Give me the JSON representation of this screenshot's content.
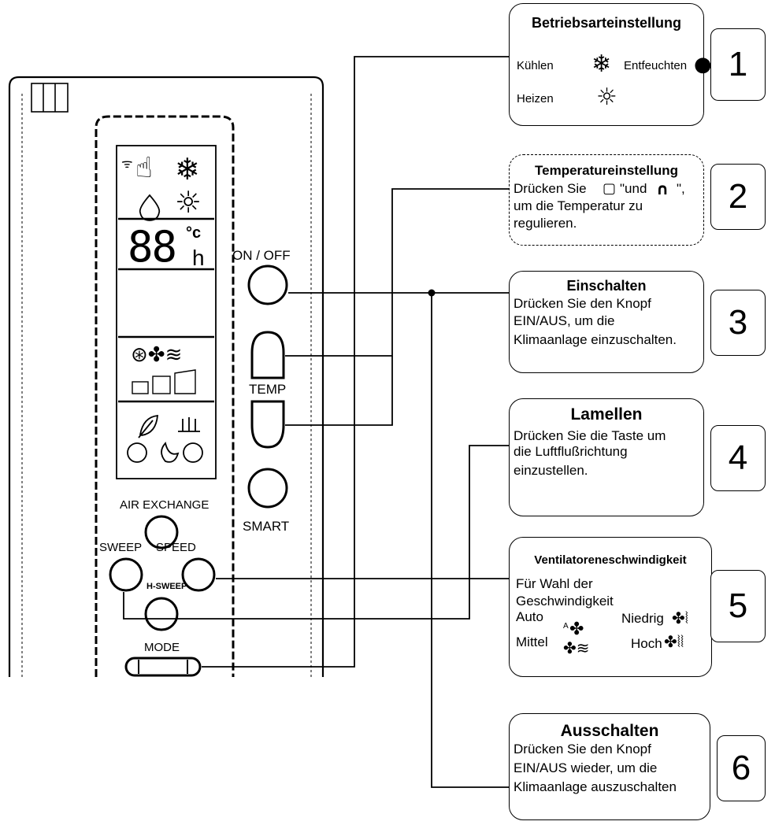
{
  "remote": {
    "buttons": {
      "on_off": "ON / OFF",
      "temp": "TEMP",
      "smart": "SMART",
      "air_exchange": "AIR EXCHANGE",
      "sweep": "SWEEP",
      "speed": "SPEED",
      "h_sweep": "H-SWEEP",
      "mode": "MODE"
    },
    "display": {
      "digits": "88",
      "unit_c": "°c",
      "unit_h": "h"
    }
  },
  "cards": [
    {
      "number": "1",
      "title": "Betriebsarteinstellung",
      "items": [
        {
          "label": "Kühlen",
          "icon": "snowflake-icon"
        },
        {
          "label": "Entfeuchten",
          "icon": "droplet-icon"
        },
        {
          "label": "Heizen",
          "icon": "sun-icon"
        }
      ]
    },
    {
      "number": "2",
      "title": "Temperatureinstellung",
      "line1_a": "Drücken Sie",
      "line1_b": "\"und",
      "line1_c": "\",",
      "line2": "um die Temperatur zu",
      "line3": "regulieren."
    },
    {
      "number": "3",
      "title": "Einschalten",
      "lines": [
        "Drücken Sie den Knopf",
        "EIN/AUS, um die",
        "Klimaanlage einzuschalten."
      ]
    },
    {
      "number": "4",
      "title": "Lamellen",
      "lines": [
        "Drücken Sie die Taste um",
        "die Luftflußrichtung",
        "einzustellen."
      ]
    },
    {
      "number": "5",
      "title": "Ventilatoreneschwindigkeit",
      "line1": "Für Wahl der",
      "line2": "Geschwindigkeit",
      "speeds": [
        {
          "label": "Auto",
          "icon": "fan-auto-icon"
        },
        {
          "label": "Niedrig",
          "icon": "fan-low-icon"
        },
        {
          "label": "Mittel",
          "icon": "fan-medium-icon"
        },
        {
          "label": "Hoch",
          "icon": "fan-high-icon"
        }
      ],
      "auto_mark": "A"
    },
    {
      "number": "6",
      "title": "Ausschalten",
      "lines": [
        "Drücken Sie den Knopf",
        "EIN/AUS wieder, um die",
        "Klimaanlage auszuschalten"
      ]
    }
  ],
  "colors": {
    "line": "#000000",
    "background": "#ffffff"
  }
}
